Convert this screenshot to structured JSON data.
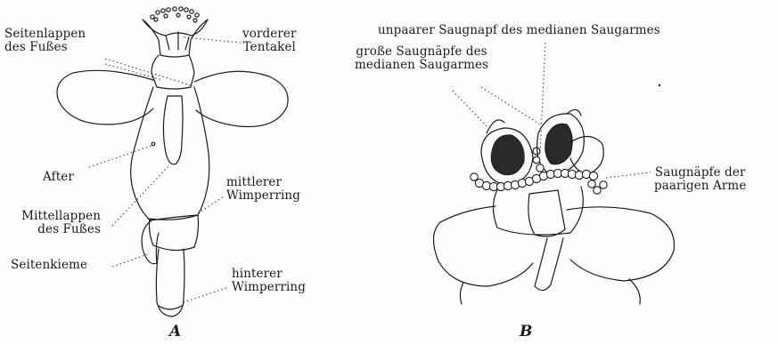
{
  "panel_a": {
    "letter": "A",
    "labels": {
      "seitenlappen_line1": "Seitenlappen",
      "seitenlappen_line2": "des Fußes",
      "vorderer_line1": "vorderer",
      "vorderer_line2": "Tentakel",
      "after": "After",
      "mittlerer_line1": "mittlerer",
      "mittlerer_line2": "Wimperring",
      "mittellappen_line1": "Mittellappen",
      "mittellappen_line2": "des Fußes",
      "seitenkieme": "Seitenkieme",
      "hinterer_line1": "hinterer",
      "hinterer_line2": "Wimperring"
    }
  },
  "panel_b": {
    "letter": "B",
    "labels": {
      "unpaarer": "unpaarer Saugnapf des medianen Saugarmes",
      "grosse_line1": "große Saugnäpfe des",
      "grosse_line2": "medianen Saugarmes",
      "saugnaepfe_line1": "Saugnäpfe der",
      "saugnaepfe_line2": "paarigen Arme"
    }
  }
}
